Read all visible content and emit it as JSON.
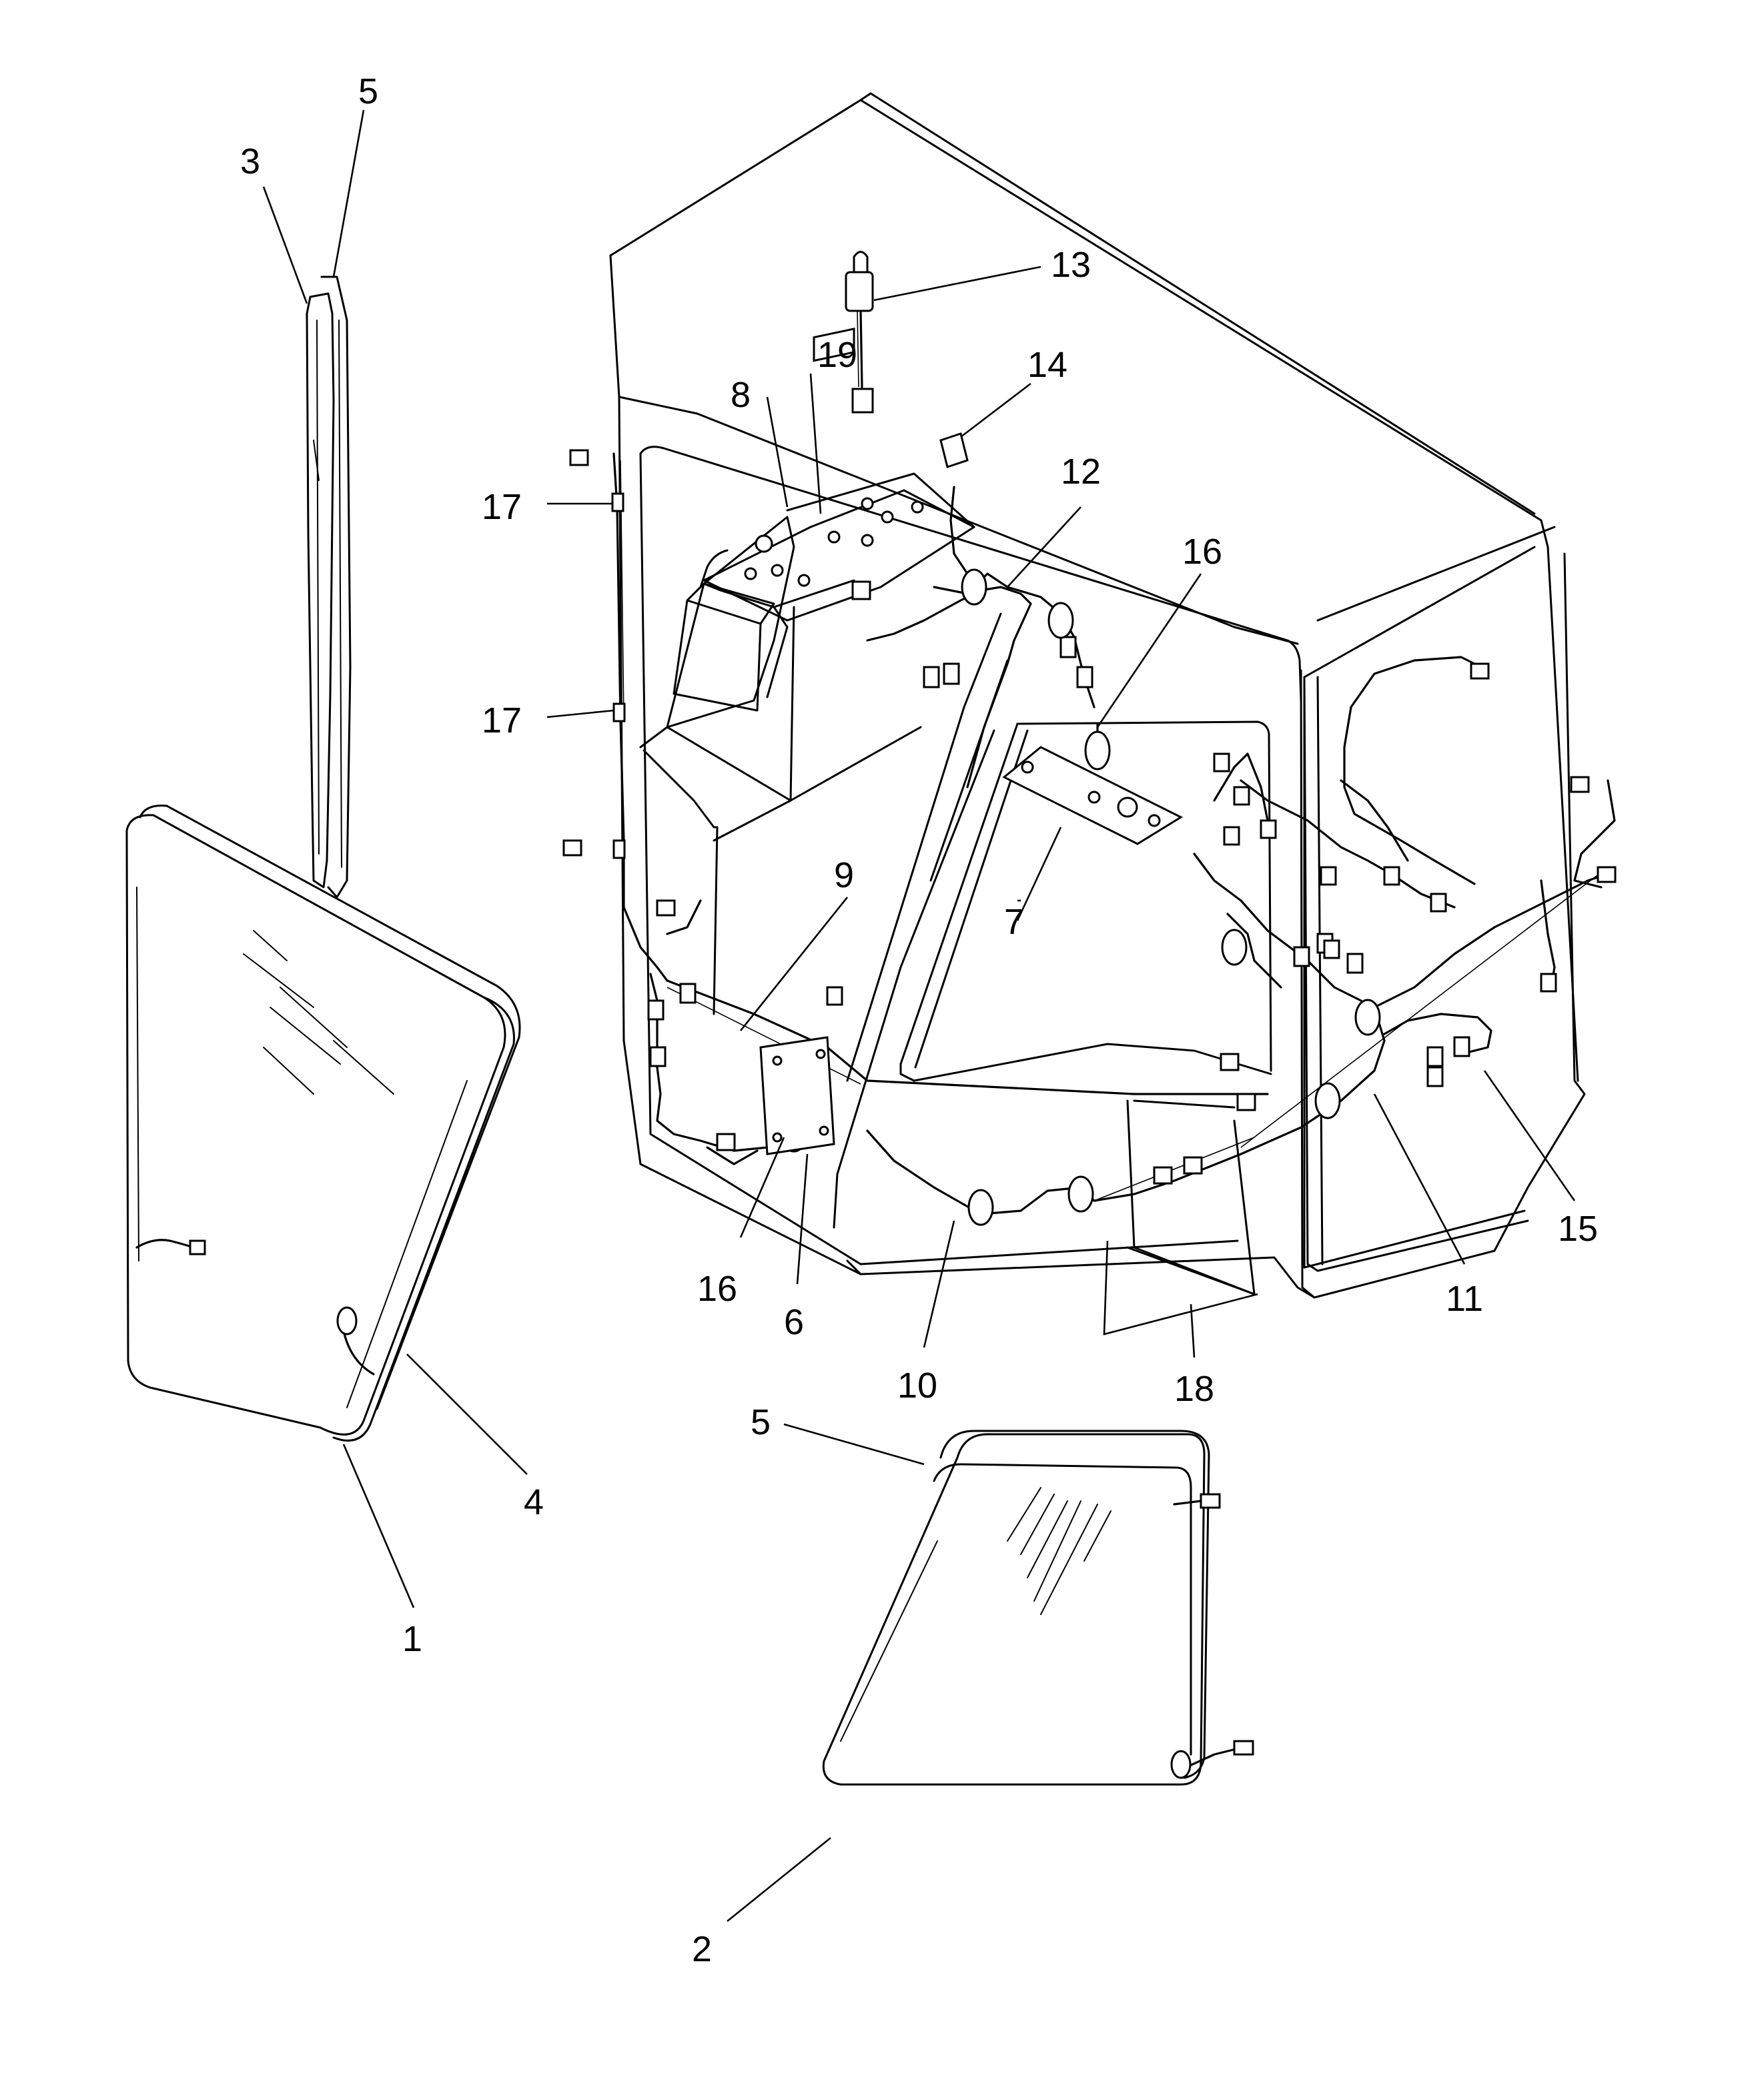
{
  "callouts": {
    "c1": "1",
    "c2": "2",
    "c3": "3",
    "c4": "4",
    "c5_top": "5",
    "c5_bottom": "5",
    "c6": "6",
    "c7": "7",
    "c8": "8",
    "c9": "9",
    "c10": "10",
    "c11": "11",
    "c12": "12",
    "c13": "13",
    "c14": "14",
    "c15": "15",
    "c16_upper": "16",
    "c16_lower": "16",
    "c17_upper": "17",
    "c17_lower": "17",
    "c18": "18",
    "c19": "19"
  }
}
